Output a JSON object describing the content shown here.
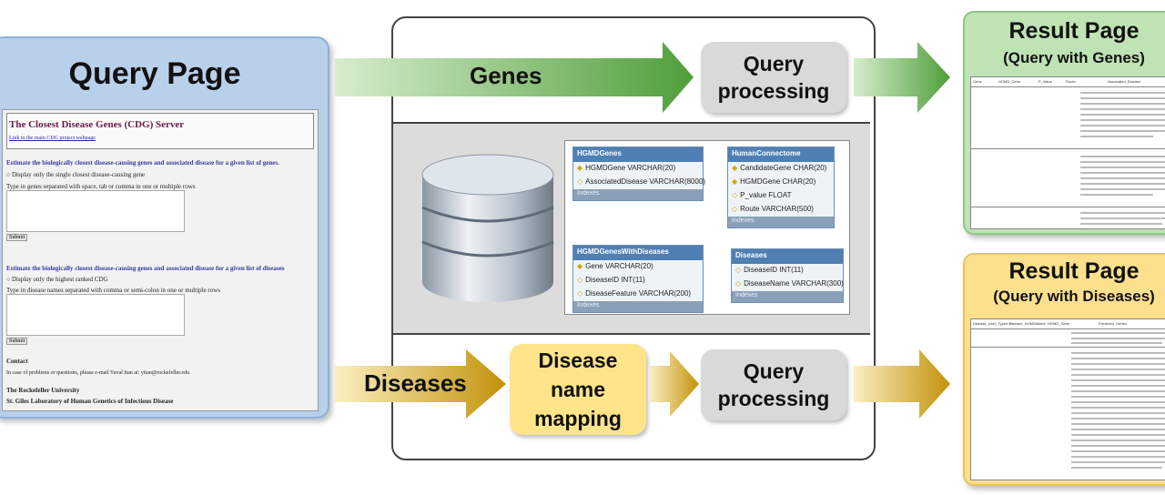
{
  "query_page": {
    "title": "Query Page",
    "server_title": "The Closest Disease Genes (CDG) Server",
    "link": "Link to the main CDG project webpage",
    "section1_heading": "Estimate the biologically closest disease-causing genes and associated disease for a given list of genes.",
    "section1_option": "Display only the single closest disease-causing gene",
    "section1_instr": "Type in genes separated with space, tab or comma in one or multiple rows",
    "submit": "Submit",
    "section2_heading": "Estimate the biologically closest disease-causing genes and associated disease for a given list of diseases",
    "section2_option": "Display only the highest ranked CDG",
    "section2_instr": "Type in disease names separated with comma or semi-colon in one or multiple rows",
    "contact_heading": "Contact",
    "contact_text": "In case of problems or questions, please e-mail Yuval Itan at: yitan@rockefeller.edu",
    "univ": "The Rockefeller University",
    "lab": "St. Giles Laboratory of Human Genetics of Infectious Disease"
  },
  "flow": {
    "genes_label": "Genes",
    "diseases_label": "Diseases",
    "query_processing": "Query processing",
    "disease_name_mapping": "Disease name mapping"
  },
  "schema": {
    "tables": [
      {
        "name": "HGMDGenes",
        "columns": [
          "HGMDGene VARCHAR(20)",
          "AssociatedDisease VARCHAR(8000)"
        ],
        "footer": "Indexes"
      },
      {
        "name": "HumanConnectome",
        "columns": [
          "CandidateGene CHAR(20)",
          "HGMDGene CHAR(20)",
          "P_value FLOAT",
          "Route VARCHAR(500)"
        ],
        "footer": "Indexes"
      },
      {
        "name": "HGMDGenesWithDiseases",
        "columns": [
          "Gene VARCHAR(20)",
          "DiseaseID INT(11)",
          "DiseaseFeature VARCHAR(200)"
        ],
        "footer": "Indexes"
      },
      {
        "name": "Diseases",
        "columns": [
          "DiseaseID INT(11)",
          "DiseaseName VARCHAR(300)"
        ],
        "footer": "Indexes"
      }
    ]
  },
  "results": {
    "genes_title1": "Result Page",
    "genes_title2": "(Query with Genes)",
    "diseases_title1": "Result Page",
    "diseases_title2": "(Query with Diseases)",
    "genes_headers": [
      "Gene",
      "HGMD_Gene",
      "P_Value",
      "Route",
      "Associated_Disease"
    ],
    "disease_headers": [
      "Disease_User_Typed In",
      "Disease_HGMDMatch",
      "HGMD_Gene",
      "Predicted_Genes"
    ]
  },
  "colors": {
    "genes_arrow": "#5aa844",
    "diseases_arrow": "#c99a10",
    "query_panel": "#b8d0ea",
    "result_genes": "#bfe3b4",
    "result_diseases": "#fde08e"
  }
}
